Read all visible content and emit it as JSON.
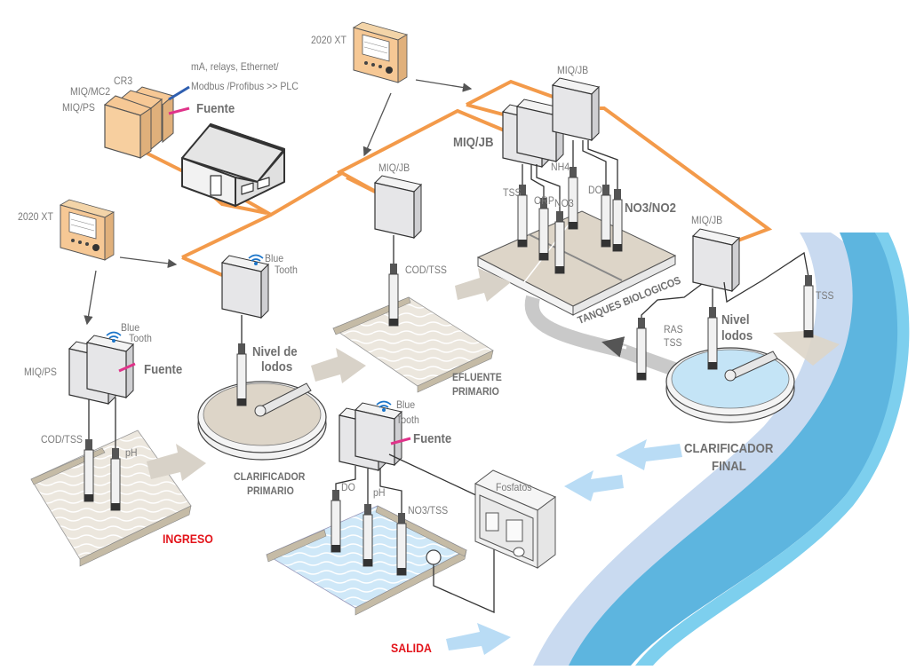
{
  "diagram": {
    "title": "Wastewater treatment monitoring network",
    "colors": {
      "network_cable": "#f39a4a",
      "sensor_cable": "#3a3a3a",
      "power_cable": "#e0338a",
      "plc_cable": "#2f5fb0",
      "controller_body": "#f6c895",
      "junction_box": "#e4e4e6",
      "river_dark": "#5db5df",
      "river_light": "#c9daf0",
      "water_light": "#cde7f7",
      "sludge": "#ddd5c8",
      "flow_arrow_grey": "#d8d2c8",
      "flow_arrow_blue": "#b9dcf5",
      "label_red": "#e3141b"
    },
    "control_room": {
      "modules": [
        "CR3",
        "MIQ/MC2",
        "MIQ/PS"
      ],
      "output_line1": "mA, relays, Ethernet/",
      "output_line2": "Modbus /Profibus >> PLC",
      "power_label": "Fuente"
    },
    "terminals": [
      {
        "id": "terminal-top",
        "label": "2020 XT"
      },
      {
        "id": "terminal-left",
        "label": "2020 XT"
      }
    ],
    "stages": {
      "ingreso": {
        "title": "INGRESO",
        "controller": "MIQ/PS",
        "wireless": [
          "Blue",
          "Tooth"
        ],
        "power_label": "Fuente",
        "sensors": [
          "COD/TSS",
          "pH"
        ]
      },
      "clarificador_primario": {
        "title_line1": "CLARIFICADOR",
        "title_line2": "PRIMARIO",
        "wireless": [
          "Blue",
          "Tooth"
        ],
        "sensor_line1": "Nivel de",
        "sensor_line2": "lodos"
      },
      "efluente_primario": {
        "title_line1": "EFLUENTE",
        "title_line2": "PRIMARIO",
        "junction": "MIQ/JB",
        "sensor": "COD/TSS"
      },
      "tanques_biologicos": {
        "title": "TANQUES BIOLOGICOS",
        "junctions": [
          "MIQ/JB",
          "MIQ/JB"
        ],
        "sensors": [
          "TSS",
          "ORP",
          "NO3",
          "NH4",
          "DO",
          "NO3/NO2"
        ]
      },
      "clarificador_final": {
        "title_line1": "CLARIFICADOR",
        "title_line2": "FINAL",
        "junction": "MIQ/JB",
        "ras_line1": "RAS",
        "ras_line2": "TSS",
        "sensor_line1": "Nivel",
        "sensor_line2": "lodos",
        "outflow_sensor": "TSS"
      },
      "salida": {
        "title": "SALIDA",
        "wireless": [
          "Blue",
          "Tooth"
        ],
        "power_label": "Fuente",
        "sensors": [
          "DO",
          "pH",
          "NO3/TSS"
        ],
        "analyzer": "Fosfatos"
      }
    }
  }
}
